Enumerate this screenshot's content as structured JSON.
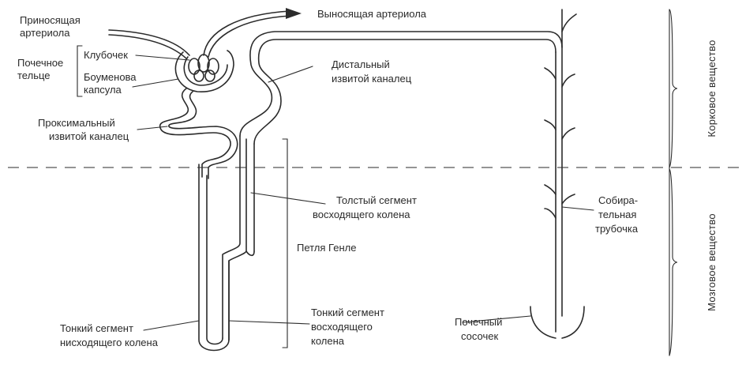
{
  "labels": {
    "afferent_1": "Приносящая",
    "afferent_2": "артериола",
    "efferent": "Выносящая артериола",
    "renal_body_1": "Почечное",
    "renal_body_2": "тельце",
    "glomerulus": "Клубочек",
    "bowman_1": "Боуменова",
    "bowman_2": "капсула",
    "proximal_1": "Проксимальный",
    "proximal_2": "извитой каналец",
    "distal_1": "Дистальный",
    "distal_2": "извитой каналец",
    "thick_asc_1": "Толстый сегмент",
    "thick_asc_2": "восходящего колена",
    "henle": "Петля Генле",
    "thin_desc_1": "Тонкий сегмент",
    "thin_desc_2": "нисходящего колена",
    "thin_asc_1": "Тонкий сегмент",
    "thin_asc_2": "восходящего",
    "thin_asc_3": "колена",
    "collecting_1": "Собира-",
    "collecting_2": "тельная",
    "collecting_3": "трубочка",
    "papilla_1": "Почечный",
    "papilla_2": "сосочек",
    "cortex": "Корковое вещество",
    "medulla": "Мозговое вещество"
  }
}
